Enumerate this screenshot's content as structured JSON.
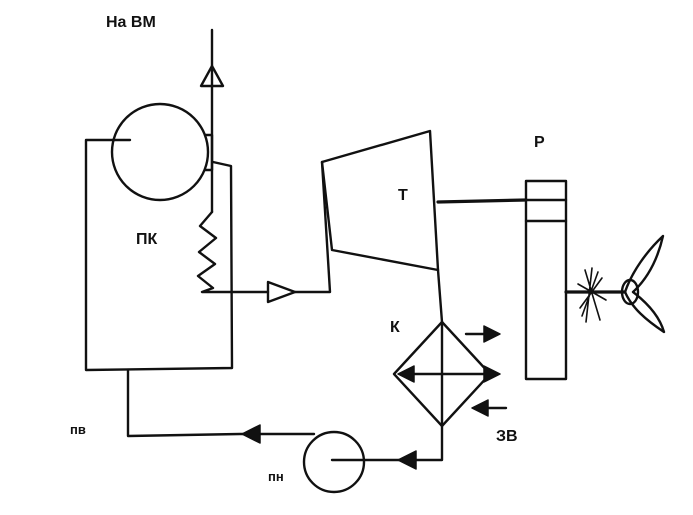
{
  "labels": {
    "vm": "На ВМ",
    "pk": "ПК",
    "t": "Т",
    "r": "Р",
    "k": "К",
    "pv": "пв",
    "pn": "пн",
    "zv": "ЗВ"
  },
  "colors": {
    "line": "#111111",
    "background": "#ffffff"
  }
}
